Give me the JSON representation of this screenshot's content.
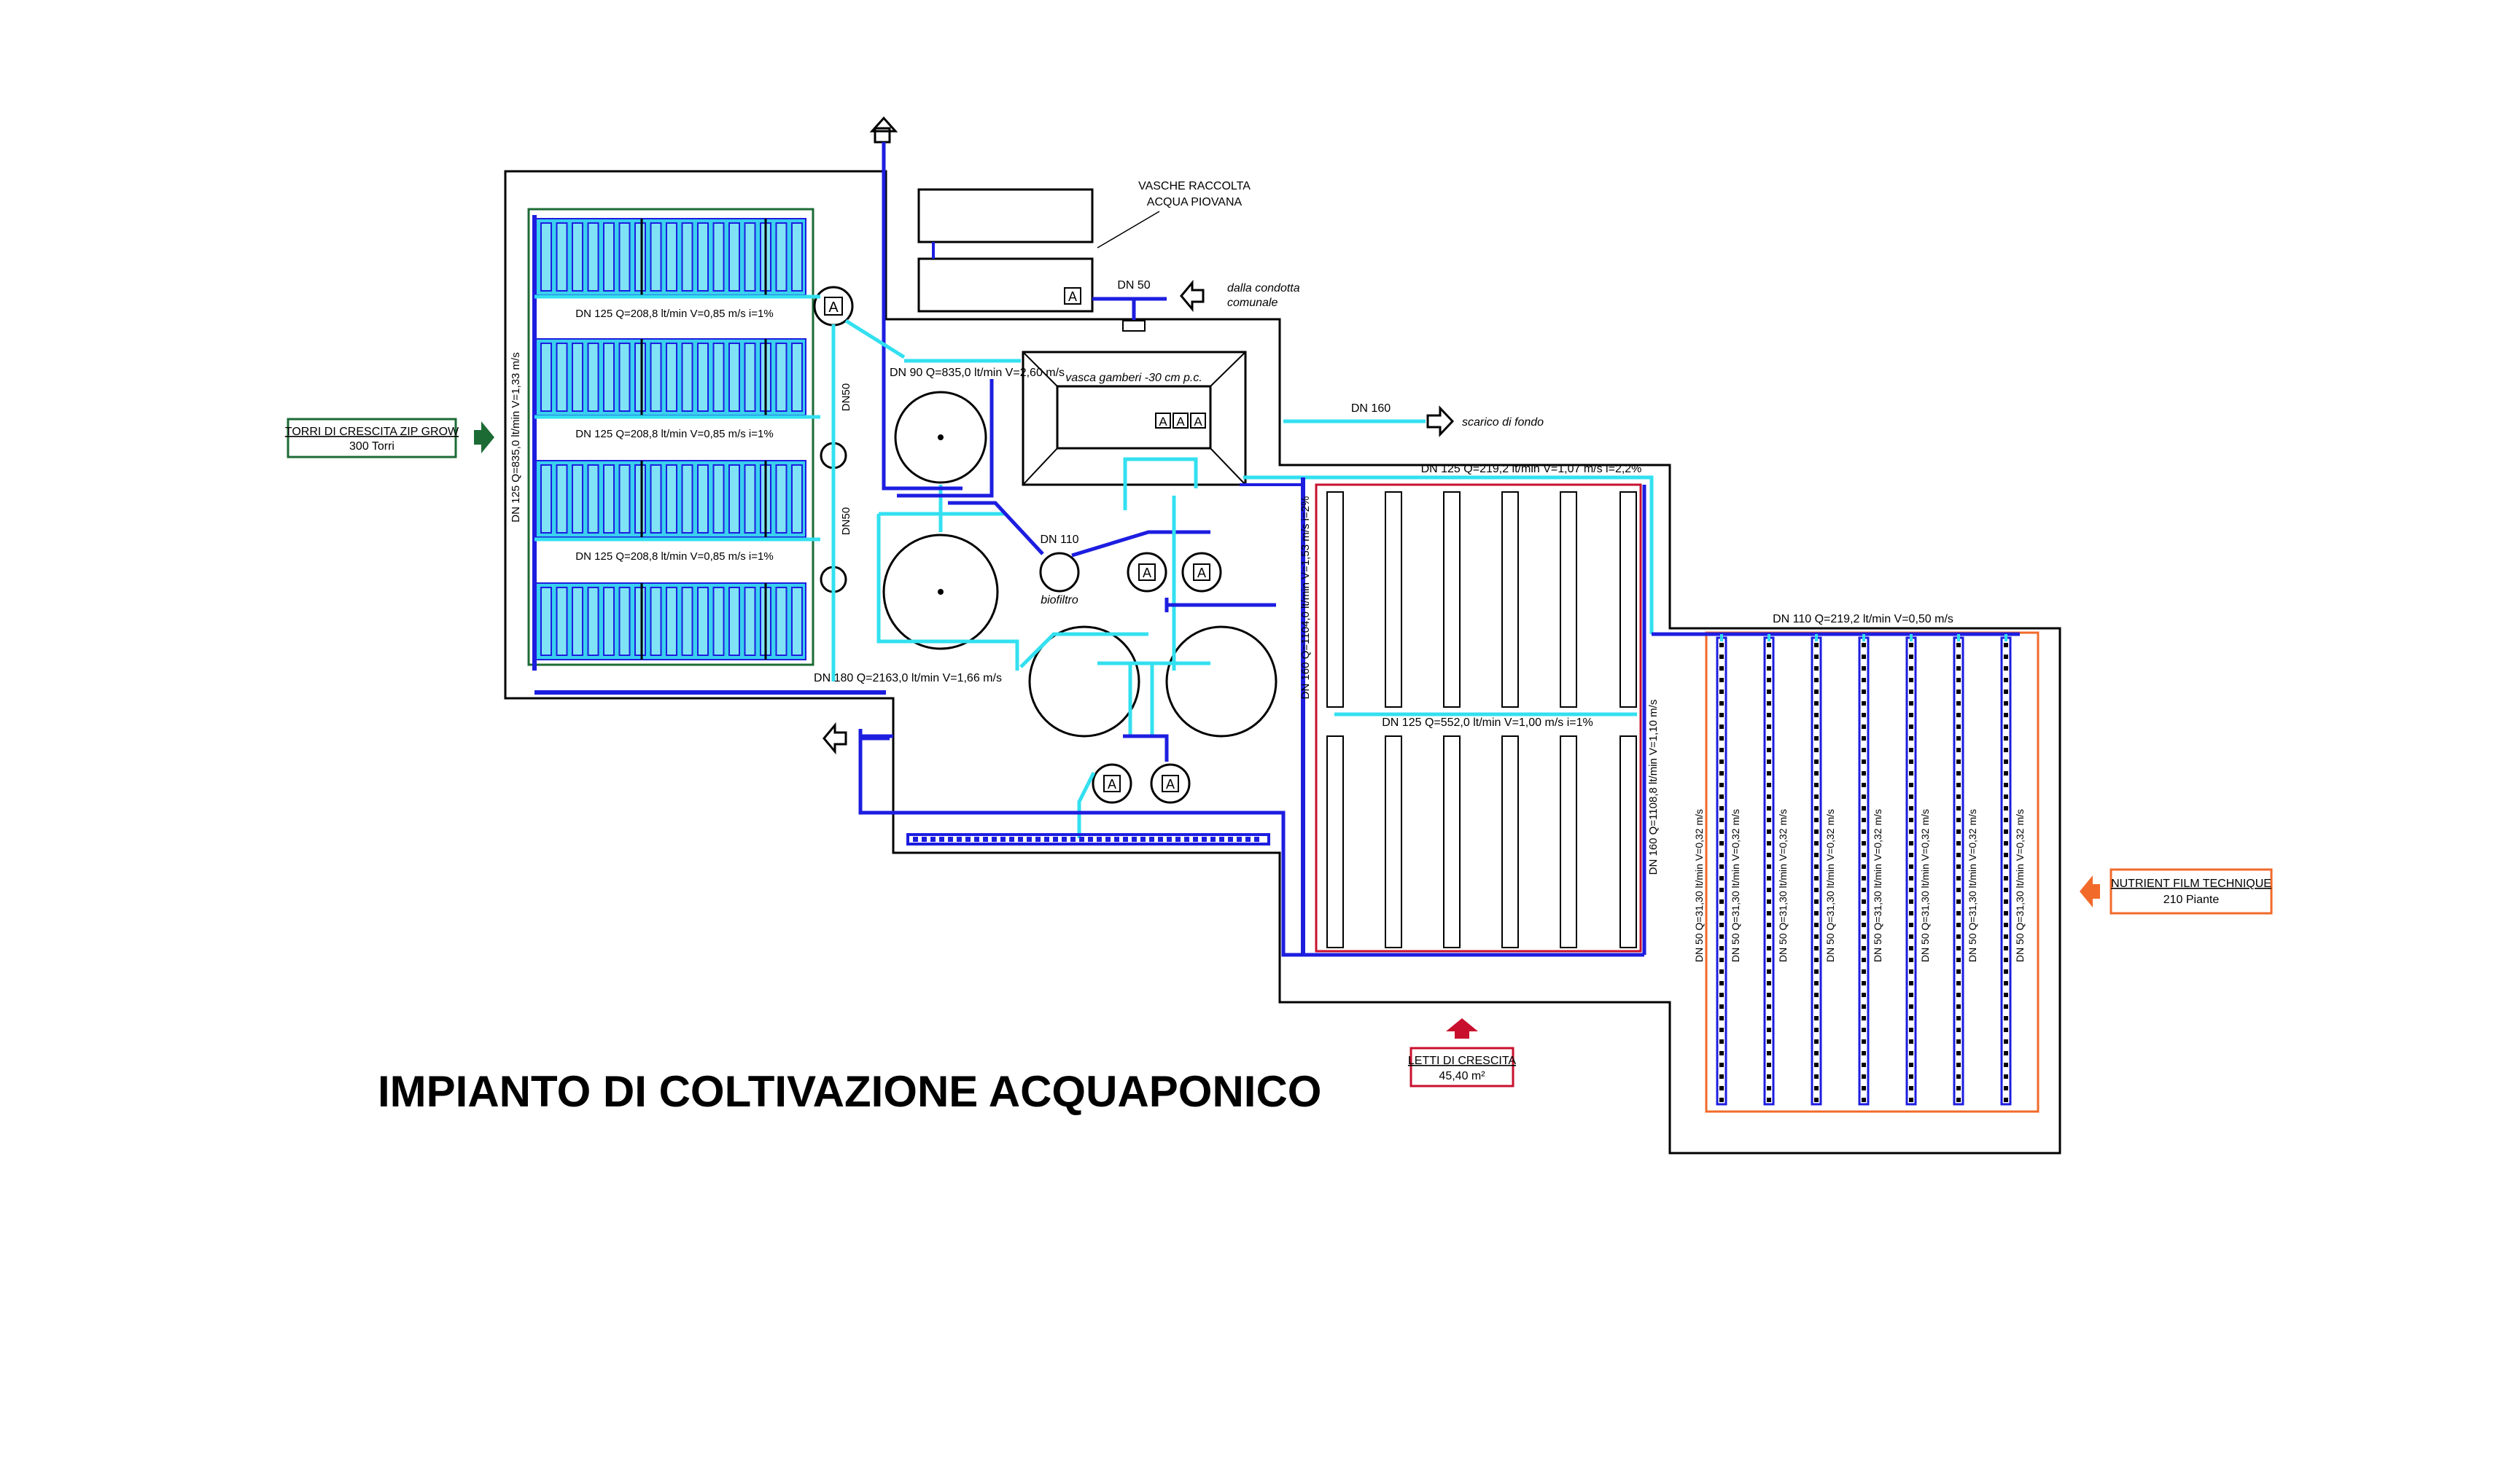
{
  "title": "IMPIANTO DI COLTIVAZIONE ACQUAPONICO",
  "callouts": {
    "towers": {
      "title": "TORRI DI CRESCITA ZIP GROW",
      "sub": "300 Torri",
      "color": "#1c6b35"
    },
    "nft": {
      "title": "NUTRIENT FILM TECHNIQUE",
      "sub": "210 Piante",
      "color": "#f26a2a"
    },
    "beds": {
      "title": "LETTI DI CRESCITA",
      "sub": "45,40 m²",
      "color": "#c8102e"
    }
  },
  "labels": {
    "rain_tanks": [
      "VASCHE RACCOLTA",
      "ACQUA PIOVANA"
    ],
    "from_mains": [
      "dalla condotta",
      "comunale"
    ],
    "shrimp_tank": "vasca gamberi -30 cm p.c.",
    "bottom_drain": "scarico di fondo",
    "biofilter": "biofiltro",
    "dn50_top": "DN 50",
    "dn110": "DN 110",
    "dn160": "DN 160",
    "dn50_v1": "DN50",
    "dn50_v2": "DN50",
    "pump": "A"
  },
  "pipes": {
    "tower_row": "DN 125 Q=208,8 lt/min V=0,85 m/s i=1%",
    "dn90": "DN 90 Q=835,0 lt/min V=2,60 m/s",
    "tower_main": "DN 125 Q=835,0 lt/min V=1,33 m/s",
    "dn180": "DN 180 Q=2163,0 lt/min V=1,66 m/s",
    "beds_top": "DN 125 Q=219,2 lt/min V=1,07 m/s i=2,2%",
    "beds_mid": "DN 125 Q=552,0 lt/min V=1,00 m/s i=1%",
    "beds_main_left": "DN 160 Q=1104,0 lt/min V=1,53 m/s i=2%",
    "beds_main_right": "DN 160 Q=1108,8 lt/min V=1,10 m/s",
    "nft_top": "DN 110 Q=219,2 lt/min V=0,50 m/s",
    "nft_channel": "DN 50 Q=31,30 lt/min V=0,32 m/s"
  },
  "colors": {
    "cyan": "#33e0f0",
    "blue": "#1d1de0",
    "outline": "#000000",
    "bed_red": "#c8102e",
    "nft_orange": "#f26a2a"
  }
}
